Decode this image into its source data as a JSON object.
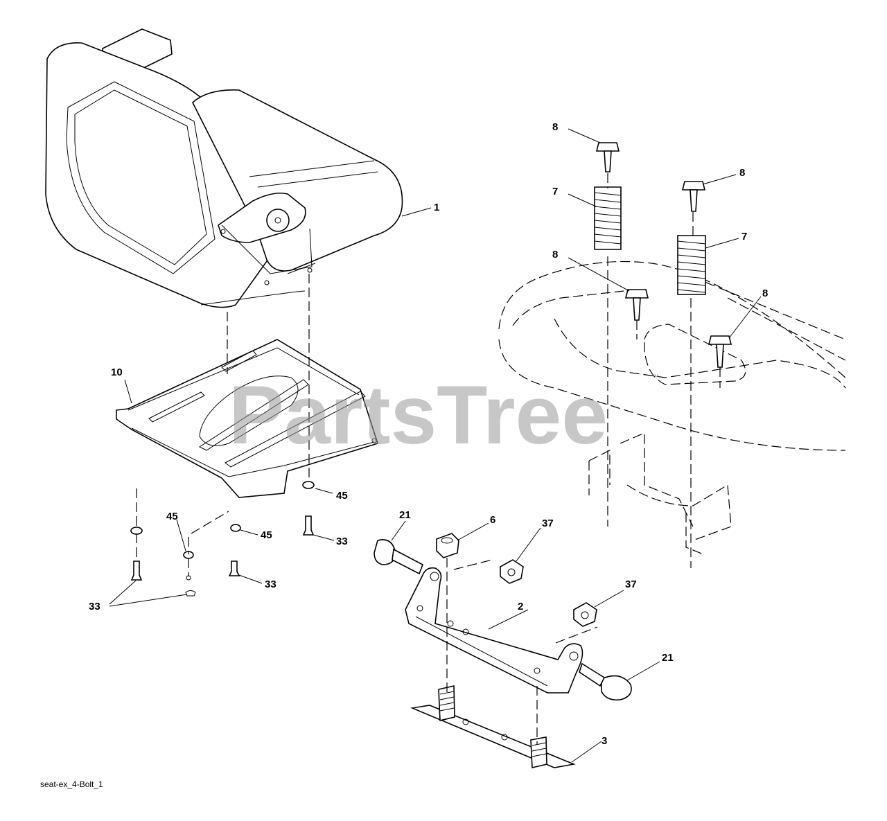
{
  "diagram": {
    "watermark": "PartsTree",
    "trademark": "™",
    "footer_label": "seat-ex_4-Bolt_1",
    "callouts": {
      "seat": "1",
      "pivot_bracket": "2",
      "mount_plate": "3",
      "nut_6": "6",
      "spring_left": "7",
      "spring_right": "7",
      "bolt_8_top_left": "8",
      "bolt_8_top_right": "8",
      "bolt_8_mid_left": "8",
      "bolt_8_mid_right": "8",
      "seat_pan": "10",
      "bolt_21_left": "21",
      "bolt_21_right": "21",
      "screw_33_left": "33",
      "screw_33_mid": "33",
      "screw_33_right": "33",
      "nut_37_top": "37",
      "nut_37_bottom": "37",
      "washer_45_right": "45",
      "washer_45_left": "45",
      "washer_45_mid": "45"
    }
  }
}
